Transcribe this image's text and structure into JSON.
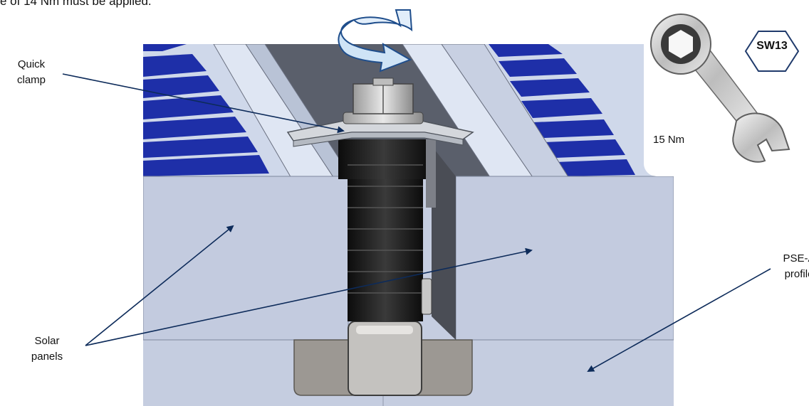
{
  "caption": "e of 14 Nm must be applied.",
  "labels": {
    "quick_clamp": [
      "Quick",
      "clamp"
    ],
    "solar_panels": [
      "Solar",
      "panels"
    ],
    "pse_profile": [
      "PSE-A",
      "profile"
    ]
  },
  "wrench": {
    "torque": "15 Nm",
    "size": "SW13"
  },
  "colors": {
    "panel_cell": "#1e2fa8",
    "frame": "#c9d2e3",
    "profile": "#c5cde0",
    "rubber": "#1a1a1a",
    "arrow": "#0d2b5a",
    "rotation_arrow": "#cfe4f6"
  }
}
